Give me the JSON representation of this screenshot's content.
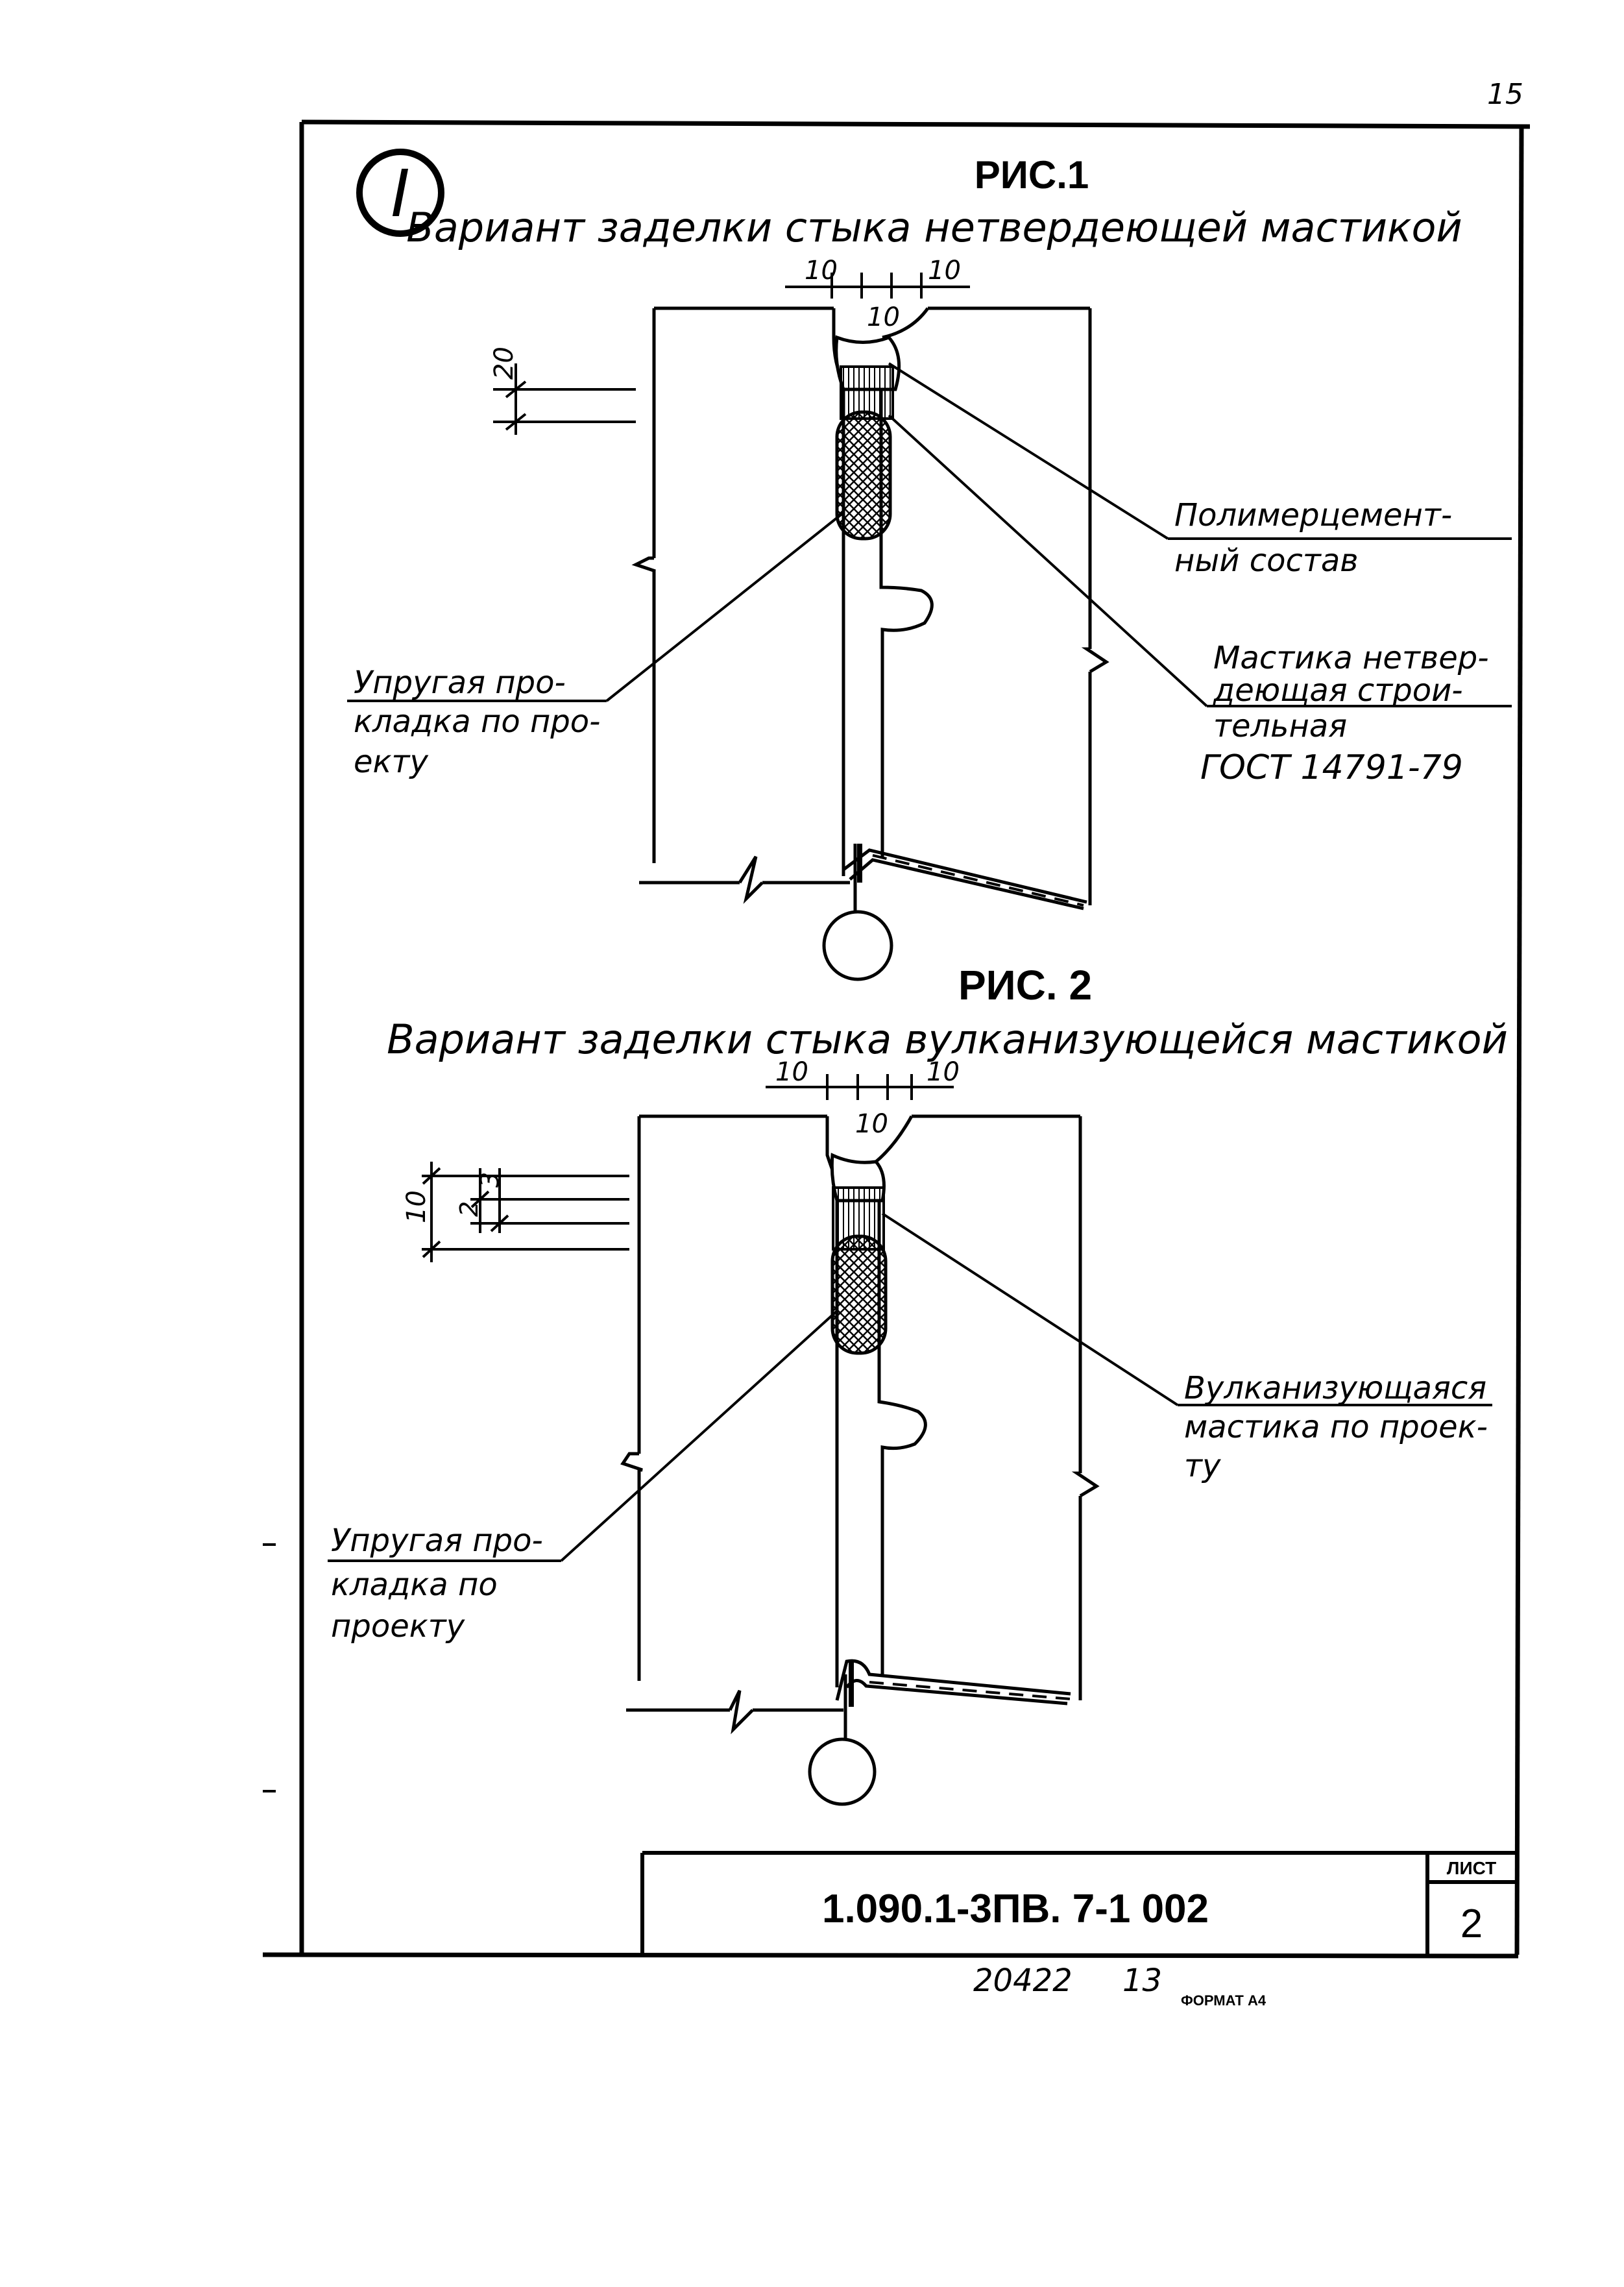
{
  "sheet": {
    "page_corner_mark": "15",
    "circle_label": "I",
    "code": "1.090.1-3ПВ. 7-1   002",
    "sheet_label": "ЛИСТ",
    "sheet_number": "2",
    "footer_number": "20422",
    "footer_sub": "13",
    "format_label": "ФОРМАТ А4"
  },
  "fig1": {
    "title": "РИС.1",
    "subtitle": "Вариант заделки стыка нетвердеющей мастикой",
    "dim_left": "10",
    "dim_right": "10",
    "dim_center": "10",
    "dim_depth": "20",
    "label_polymer": [
      "Полимерцемент-",
      "ный состав"
    ],
    "label_mastic": [
      "Мастика нетвер-",
      "деющая строи-",
      "тельная",
      "ГОСТ 14791-79"
    ],
    "label_gasket": [
      "Упругая про-",
      "кладка по про-",
      "екту"
    ]
  },
  "fig2": {
    "title": "РИС. 2",
    "subtitle": "Вариант заделки стыка вулканизующейся мастикой",
    "dim_left": "10",
    "dim_right": "10",
    "dim_center": "10",
    "dim_total": "10",
    "dim_a": "2",
    "dim_b": "3",
    "label_vulcan": [
      "Вулканизующаяся",
      "мастика по проек-",
      "ту"
    ],
    "label_gasket": [
      "Упругая про-",
      "кладка по",
      "проекту"
    ]
  }
}
